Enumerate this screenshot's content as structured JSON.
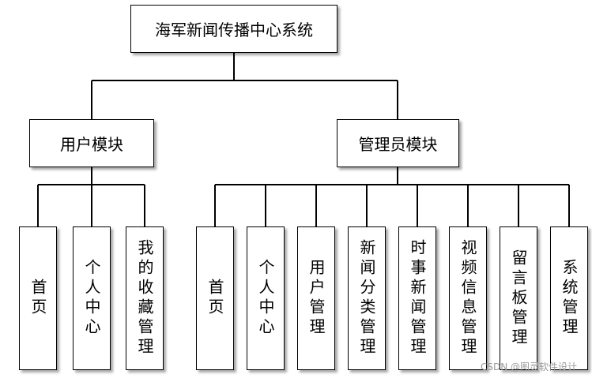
{
  "root": {
    "label": "海军新闻传播中心系统"
  },
  "modules": [
    {
      "label": "用户模块",
      "children": [
        "首页",
        "个人中心",
        "我的收藏管理"
      ]
    },
    {
      "label": "管理员模块",
      "children": [
        "首页",
        "个人中心",
        "用户管理",
        "新闻分类管理",
        "时事新闻管理",
        "视频信息管理",
        "留言板管理",
        "系统管理"
      ]
    }
  ],
  "watermark": "CSDN @图灵软件设计"
}
